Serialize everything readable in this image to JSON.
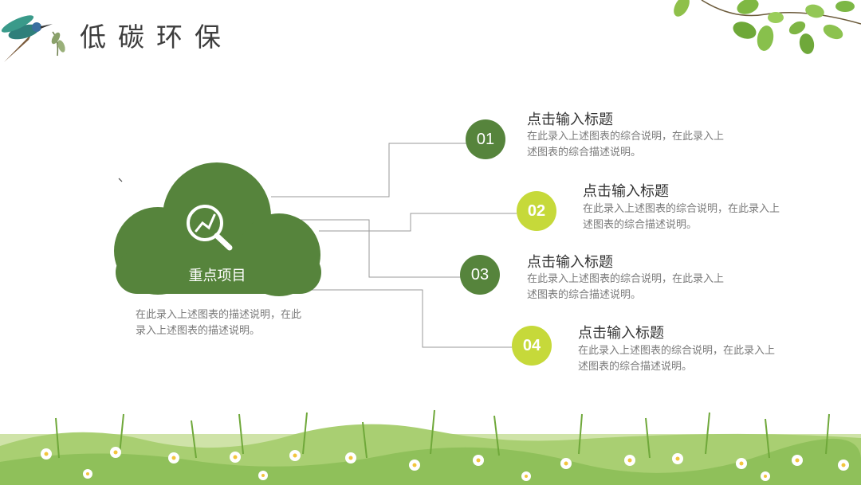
{
  "header": {
    "title": "低碳环保"
  },
  "cloud": {
    "label": "重点项目",
    "description": "在此录入上述图表的描述说明，在此录入上述图表的描述说明。",
    "icon": "search-analytics-icon",
    "color": "#56843c"
  },
  "items": [
    {
      "number": "01",
      "title": "点击输入标题",
      "description": "在此录入上述图表的综合说明，在此录入上述图表的综合描述说明。",
      "color": "#56843c"
    },
    {
      "number": "02",
      "title": "点击输入标题",
      "description": "在此录入上述图表的综合说明，在此录入上述图表的综合描述说明。",
      "color": "#c6d93a"
    },
    {
      "number": "03",
      "title": "点击输入标题",
      "description": "在此录入上述图表的综合说明，在此录入上述图表的综合描述说明。",
      "color": "#56843c"
    },
    {
      "number": "04",
      "title": "点击输入标题",
      "description": "在此录入上述图表的综合说明，在此录入上述图表的综合描述说明。",
      "color": "#c6d93a"
    }
  ],
  "decorations": {
    "top_left": "hummingbird-illustration",
    "top_right": "green-leaves-illustration",
    "bottom": "grass-daisies-illustration"
  }
}
